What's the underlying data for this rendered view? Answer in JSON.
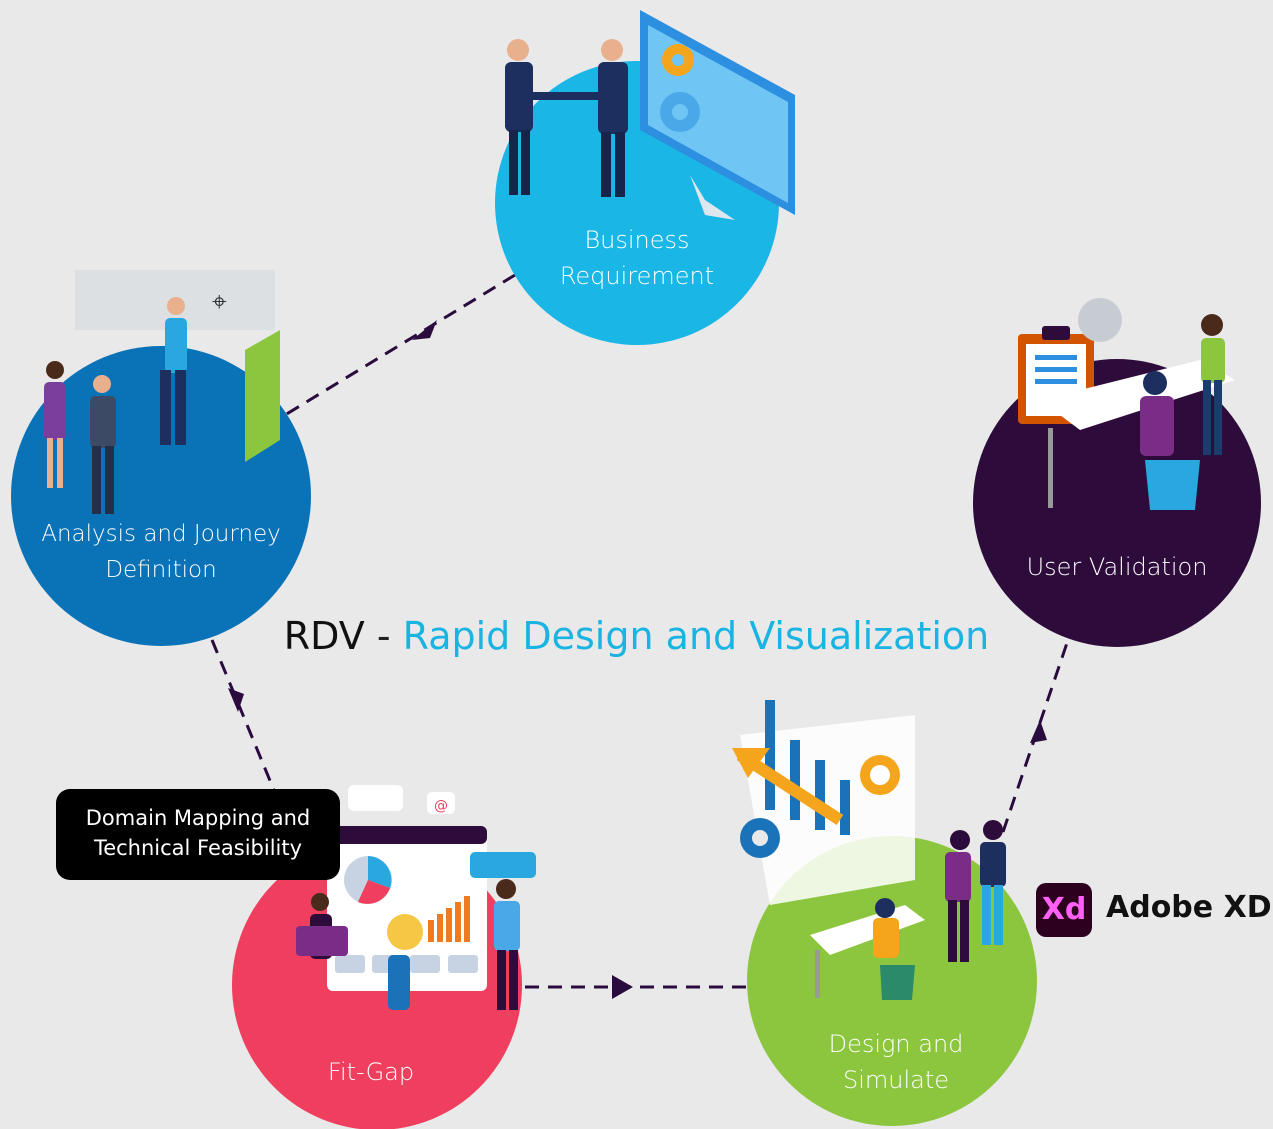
{
  "title": {
    "abbr": "RDV",
    "separator": "-",
    "full": "Rapid Design and Visualization"
  },
  "nodes": {
    "business": {
      "line1": "Business",
      "line2": "Requirement",
      "color": "#19b6e6"
    },
    "analysis": {
      "line1": "Analysis and Journey",
      "line2": "Definition",
      "color": "#0a73b8"
    },
    "validation": {
      "line1": "User Validation",
      "color": "#2d0b3b"
    },
    "fitgap": {
      "line1": "Fit-Gap",
      "color": "#ef3e5e"
    },
    "design": {
      "line1": "Design and",
      "line2": "Simulate",
      "color": "#8cc63f"
    }
  },
  "callout": {
    "line1": "Domain Mapping and",
    "line2": "Technical Feasibility"
  },
  "brand": {
    "logo_text": "Xd",
    "name": "Adobe XD"
  },
  "colors": {
    "background": "#e9e9ea",
    "arrow": "#2a0b3d",
    "title_accent": "#1ab4e3"
  }
}
